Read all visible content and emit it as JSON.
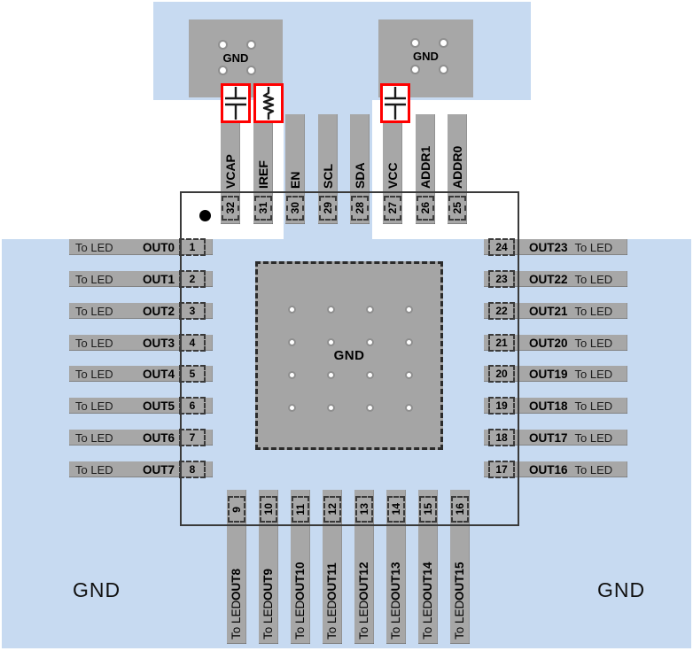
{
  "diagram_type": "qfn32-pcb-layout",
  "colors": {
    "copper_pour_blue": "#c7daf1",
    "pad_gray": "#a7a7a7",
    "component_outline_red": "#ff0000",
    "ic_outline_dark": "#3a3a3a"
  },
  "top_pads": {
    "left": {
      "label": "GND"
    },
    "right": {
      "label": "GND"
    }
  },
  "thermal_pad": {
    "label": "GND"
  },
  "ground_plane": {
    "left_label": "GND",
    "right_label": "GND"
  },
  "components": [
    {
      "id": "vcap-capacitor",
      "type": "capacitor",
      "at_pin": "VCAP"
    },
    {
      "id": "iref-resistor",
      "type": "resistor",
      "at_pin": "IREF"
    },
    {
      "id": "vcc-capacitor",
      "type": "capacitor",
      "at_pin": "VCC"
    }
  ],
  "pins": {
    "top": [
      {
        "num": "32",
        "label": "VCAP"
      },
      {
        "num": "31",
        "label": "IREF"
      },
      {
        "num": "30",
        "label": "EN"
      },
      {
        "num": "29",
        "label": "SCL"
      },
      {
        "num": "28",
        "label": "SDA"
      },
      {
        "num": "27",
        "label": "VCC"
      },
      {
        "num": "26",
        "label": "ADDR1"
      },
      {
        "num": "25",
        "label": "ADDR0"
      }
    ],
    "left": [
      {
        "num": "1",
        "label": "OUT0",
        "note": "To LED"
      },
      {
        "num": "2",
        "label": "OUT1",
        "note": "To LED"
      },
      {
        "num": "3",
        "label": "OUT2",
        "note": "To LED"
      },
      {
        "num": "4",
        "label": "OUT3",
        "note": "To LED"
      },
      {
        "num": "5",
        "label": "OUT4",
        "note": "To LED"
      },
      {
        "num": "6",
        "label": "OUT5",
        "note": "To LED"
      },
      {
        "num": "7",
        "label": "OUT6",
        "note": "To LED"
      },
      {
        "num": "8",
        "label": "OUT7",
        "note": "To LED"
      }
    ],
    "right": [
      {
        "num": "24",
        "label": "OUT23",
        "note": "To LED"
      },
      {
        "num": "23",
        "label": "OUT22",
        "note": "To LED"
      },
      {
        "num": "22",
        "label": "OUT21",
        "note": "To LED"
      },
      {
        "num": "21",
        "label": "OUT20",
        "note": "To LED"
      },
      {
        "num": "20",
        "label": "OUT19",
        "note": "To LED"
      },
      {
        "num": "19",
        "label": "OUT18",
        "note": "To LED"
      },
      {
        "num": "18",
        "label": "OUT17",
        "note": "To LED"
      },
      {
        "num": "17",
        "label": "OUT16",
        "note": "To LED"
      }
    ],
    "bottom": [
      {
        "num": "9",
        "label": "OUT8",
        "note": "To LED"
      },
      {
        "num": "10",
        "label": "OUT9",
        "note": "To LED"
      },
      {
        "num": "11",
        "label": "OUT10",
        "note": "To LED"
      },
      {
        "num": "12",
        "label": "OUT11",
        "note": "To LED"
      },
      {
        "num": "13",
        "label": "OUT12",
        "note": "To LED"
      },
      {
        "num": "14",
        "label": "OUT13",
        "note": "To LED"
      },
      {
        "num": "15",
        "label": "OUT14",
        "note": "To LED"
      },
      {
        "num": "16",
        "label": "OUT15",
        "note": "To LED"
      }
    ]
  }
}
